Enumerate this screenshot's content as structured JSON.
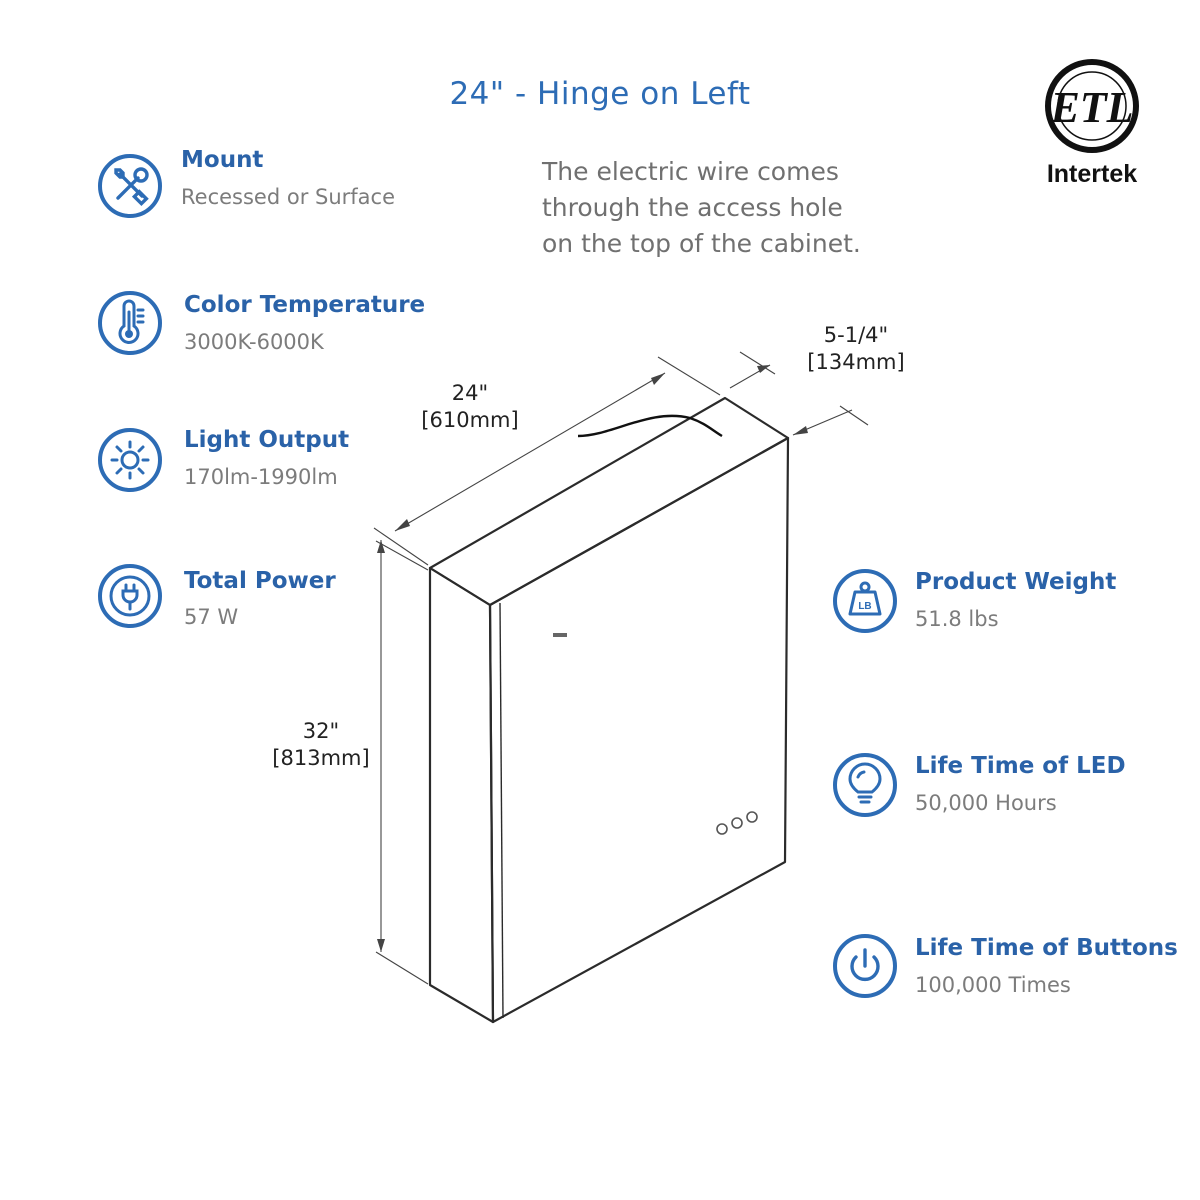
{
  "title": "24\" - Hinge on Left",
  "note": [
    "The electric wire comes",
    "through the access hole",
    "on the top of the cabinet."
  ],
  "certification": {
    "mark": "ETL",
    "brand": "Intertek",
    "icon": "etl-listed-mark"
  },
  "features_left": [
    {
      "label": "Mount",
      "value": "Recessed or Surface",
      "icon": "tools-icon"
    },
    {
      "label": "Color Temperature",
      "value": "3000K-6000K",
      "icon": "thermometer-icon"
    },
    {
      "label": "Light Output",
      "value": "170lm-1990lm",
      "icon": "sun-icon"
    },
    {
      "label": "Total Power",
      "value": "57 W",
      "icon": "plug-icon"
    }
  ],
  "features_right": [
    {
      "label": "Product Weight",
      "value": "51.8 lbs",
      "icon": "weight-icon",
      "badge": "LB"
    },
    {
      "label": "Life Time of LED",
      "value": "50,000 Hours",
      "icon": "bulb-icon"
    },
    {
      "label": "Life Time of Buttons",
      "value": "100,000 Times",
      "icon": "power-icon"
    }
  ],
  "dimensions": {
    "width": {
      "imperial": "24\"",
      "metric": "[610mm]"
    },
    "depth": {
      "imperial": "5-1/4\"",
      "metric": "[134mm]"
    },
    "height": {
      "imperial": "32\"",
      "metric": "[813mm]"
    }
  },
  "colors": {
    "accent": "#2d6cb5",
    "label": "#2a62a8",
    "value_text": "#7c7c7c",
    "line": "#333333"
  }
}
